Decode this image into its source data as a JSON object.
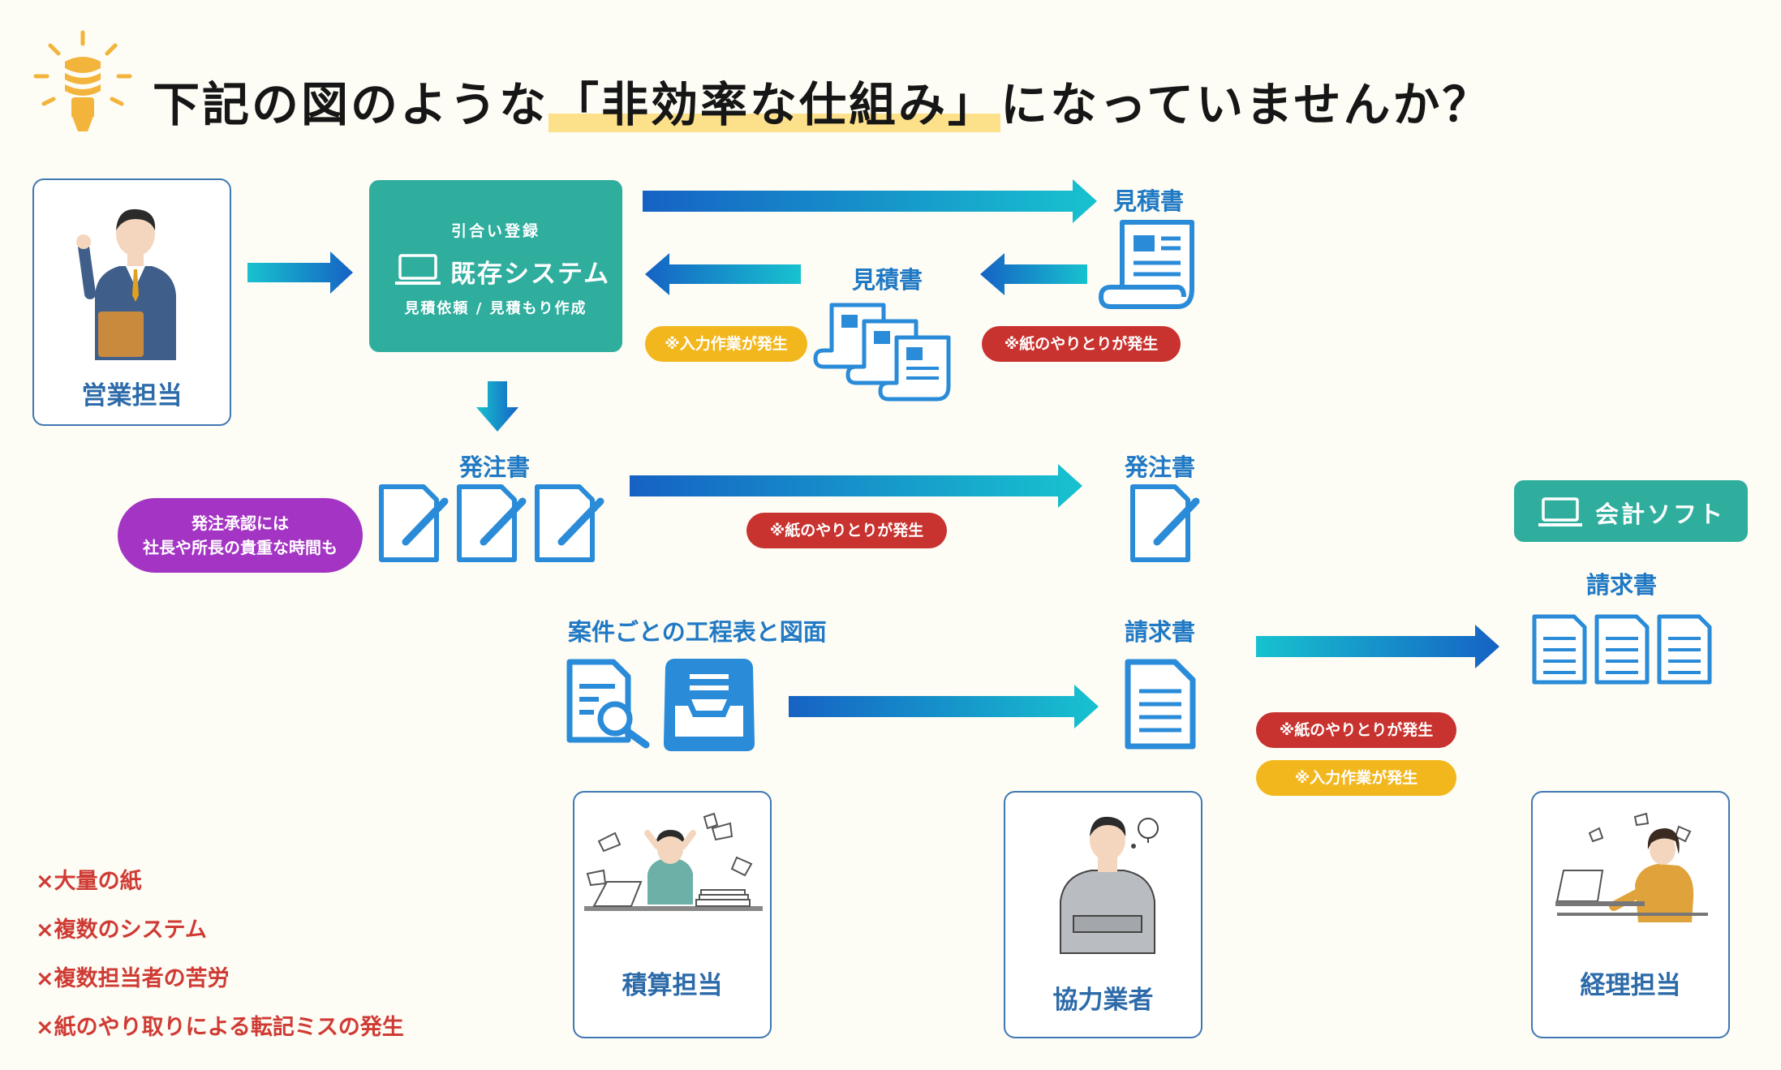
{
  "title": {
    "before": "下記の図のような",
    "highlight": "「非効率な仕組み」",
    "after": "になっていませんか？"
  },
  "roles": {
    "sales": "営業担当",
    "estimator": "積算担当",
    "partner": "協力業者",
    "accounting": "経理担当"
  },
  "system": {
    "top": "引合い登録",
    "name": "既存システム",
    "bottom": "見積依頼 / 見積もり作成"
  },
  "software": {
    "name": "会計ソフト"
  },
  "labels": {
    "estimate_right": "見積書",
    "estimate_center": "見積書",
    "order_left": "発注書",
    "order_right": "発注書",
    "schedule_drawings": "案件ごとの工程表と図面",
    "invoice_center": "請求書",
    "invoice_right": "請求書"
  },
  "badges": {
    "input_1": "※入力作業が発生",
    "paper_1": "※紙のやりとりが発生",
    "paper_2": "※紙のやりとりが発生",
    "paper_3": "※紙のやりとりが発生",
    "input_2": "※入力作業が発生"
  },
  "approval": {
    "line1": "発注承認には",
    "line2": "社長や所長の貴重な時間も"
  },
  "problems": [
    "×大量の紙",
    "×複数のシステム",
    "×複数担当者の苦労",
    "×紙のやり取りによる転記ミスの発生"
  ],
  "colors": {
    "teal": "#2fae9e",
    "blue": "#2079c4",
    "red": "#c8322f",
    "yellow": "#f3b71e",
    "purple": "#a434c4",
    "problem_red": "#cf3b34"
  }
}
